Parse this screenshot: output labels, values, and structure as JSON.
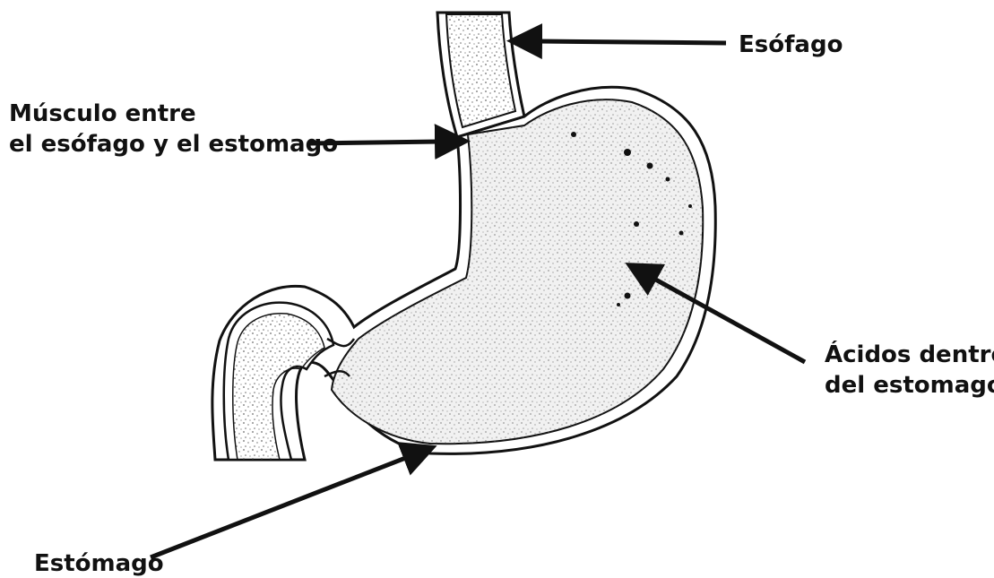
{
  "colors": {
    "ink": "#111111",
    "background": "#ffffff",
    "wall_fill": "#ffffff",
    "contents_fill": "#f1f1f1",
    "speckle": "#6b6b6b"
  },
  "labels": {
    "esophagus": "Esófago",
    "sphincter_line1": "Músculo entre",
    "sphincter_line2": "el esófago y el estomago",
    "acids_line1": "Ácidos dentro",
    "acids_line2": "del estomago",
    "stomach": "Estómago"
  }
}
